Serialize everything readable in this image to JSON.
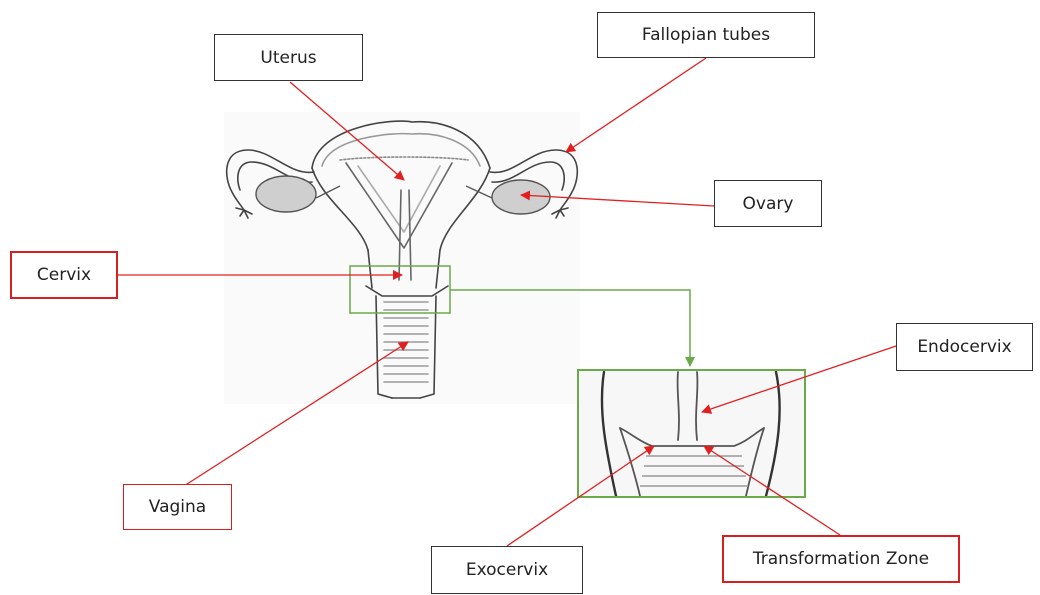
{
  "labels": {
    "uterus": "Uterus",
    "fallopian_tubes": "Fallopian tubes",
    "ovary": "Ovary",
    "cervix": "Cervix",
    "vagina": "Vagina",
    "endocervix": "Endocervix",
    "exocervix": "Exocervix",
    "transformation_zone": "Transformation Zone"
  },
  "colors": {
    "pointer_red": "#e02020",
    "zoom_green": "#6aaa4a",
    "ovary_fill": "#cfcfcf",
    "outline": "#444444"
  }
}
